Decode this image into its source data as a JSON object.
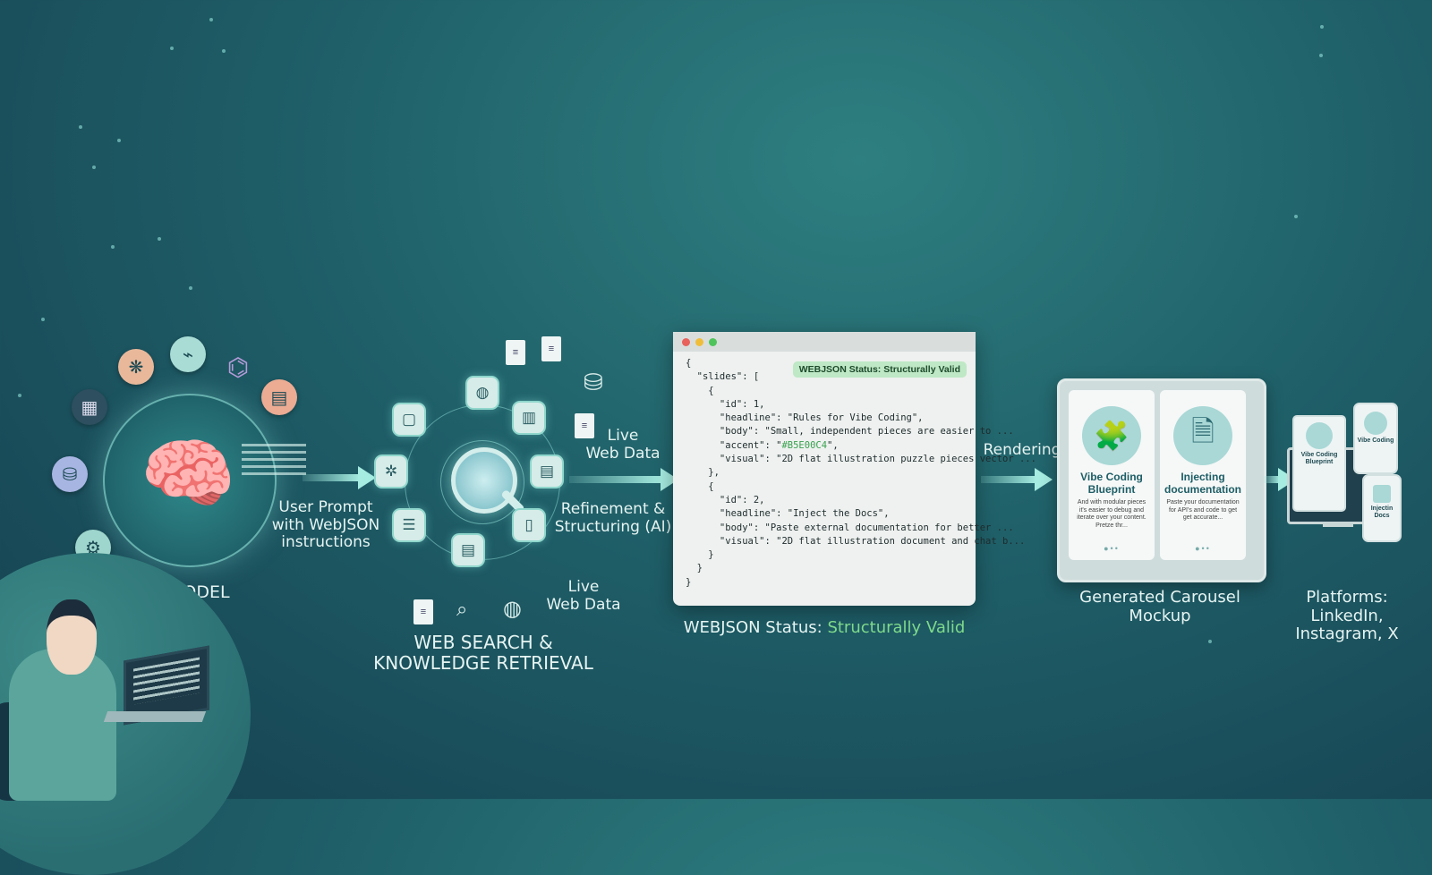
{
  "colors": {
    "accent": "#a6ece1",
    "status_green": "#3aa14f",
    "bg_dark": "#153f4f"
  },
  "ai_model": {
    "label": "AI MODEL",
    "center_icon": "brain-icon",
    "orbit_icons": [
      "cog-icon",
      "chart-icon",
      "molecule-icon",
      "document-icon",
      "database-icon",
      "calendar-icon",
      "gear-icon"
    ]
  },
  "user_prompt": {
    "label_line1": "User Prompt",
    "label_line2": "with WebJSON",
    "label_line3": "instructions"
  },
  "web_search": {
    "label_line1": "WEB SEARCH &",
    "label_line2": "KNOWLEDGE RETRIEVAL",
    "center_icon": "magnifier-icon",
    "live_web_data_top_1": "Live",
    "live_web_data_top_2": "Web Data",
    "live_web_data_bottom_1": "Live",
    "live_web_data_bottom_2": "Web Data"
  },
  "refinement": {
    "line1": "Refinement &",
    "line2": "Structuring (AI)"
  },
  "json_window": {
    "status_pill": "WEBJSON Status: Structurally Valid",
    "lines": [
      "{",
      "  \"slides\": [",
      "    {",
      "      \"id\": 1,",
      "      \"headline\": \"Rules for Vibe Coding\",",
      "      \"body\": \"Small, independent pieces are easier to ...",
      "      \"accent\": \"#B5E00C4\",",
      "      \"visual\": \"2D flat illustration puzzle pieces vector ...",
      "    },",
      "    {",
      "      \"id\": 2,",
      "      \"headline\": \"Inject the Docs\",",
      "      \"body\": \"Paste external documentation for better ...",
      "      \"visual\": \"2D flat illustration document and chat b...",
      "    }",
      "  }",
      "}"
    ],
    "status_label": "WEBJSON Status:",
    "status_value": "Structurally Valid"
  },
  "rendering": {
    "label": "Rendering"
  },
  "carousel": {
    "label_line1": "Generated Carousel",
    "label_line2": "Mockup",
    "cards": [
      {
        "icon": "puzzle-icon",
        "title_line1": "Vibe Coding",
        "title_line2": "Blueprint",
        "body": "And with modular pieces it's easier to debug and iterate over your content. Pretze thr..."
      },
      {
        "icon": "document-chat-icon",
        "title_line1": "Injecting",
        "title_line2": "documentation",
        "body": "Paste your documentation for API's and code to get get accurate..."
      }
    ]
  },
  "platforms": {
    "label_line1": "Platforms:",
    "label_line2": "LinkedIn,",
    "label_line3": "Instagram, X",
    "device_cards": [
      {
        "title_line1": "Vibe Coding",
        "title_line2": "Blueprint"
      },
      {
        "title_line1": "Vibe Coding",
        "title_line2": ""
      },
      {
        "title_line1": "Injectin",
        "title_line2": "Docs"
      }
    ]
  }
}
